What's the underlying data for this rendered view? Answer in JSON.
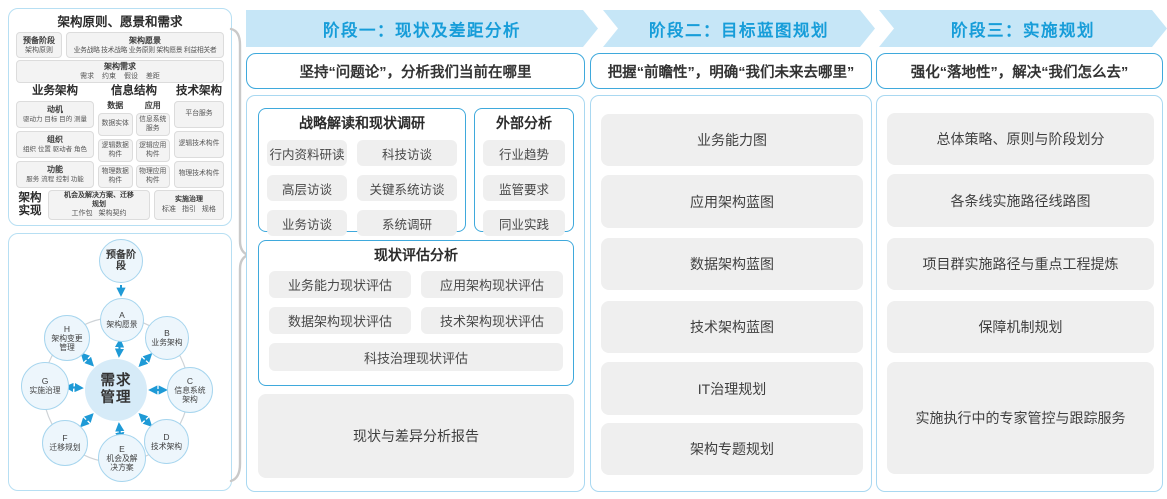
{
  "colors": {
    "accent_blue": "#179dd9",
    "band_bg": "#c6e6f7",
    "panel_border": "#a9d8f1",
    "box_border": "#3fa9dc",
    "pill_bg": "#efefef",
    "node_fill": "#edf6fc",
    "node_border": "#a6d5ee",
    "center_fill": "#d6ebf8",
    "arrow_blue": "#1e9ad6",
    "brace_gray": "#c9c9c9"
  },
  "left": {
    "meta_model": {
      "title": "架构原则、愿景和需求",
      "prep": {
        "line1": "预备阶段",
        "line2": "架构原则"
      },
      "vision": {
        "title": "架构愿景",
        "items": "业务战略 技术战略 业务原则 架构愿景 利益相关者"
      },
      "requirements": {
        "title": "架构需求",
        "items": "需求 约束 假设 差距"
      },
      "business": {
        "title": "业务架构",
        "groups": [
          {
            "title": "动机",
            "items": "驱动力 目标 目的 测量"
          },
          {
            "title": "组织",
            "items": "组织 位置 驱动者 角色"
          },
          {
            "title": "功能",
            "items": "服务 流程 控制 功能"
          }
        ]
      },
      "information": {
        "title": "信息结构",
        "data": {
          "title": "数据",
          "items": [
            "数据实体",
            "逻辑数据构件",
            "物理数据构件"
          ]
        },
        "application": {
          "title": "应用",
          "items": [
            "信息系统服务",
            "逻辑应用构件",
            "物理应用构件"
          ]
        }
      },
      "technology": {
        "title": "技术架构",
        "items": [
          "平台服务",
          "逻辑技术构件",
          "物理技术构件"
        ]
      },
      "realization": {
        "title": "架构实现",
        "boxes": [
          {
            "title": "机会及解决方案、迁移规划",
            "items": "工作包 架构契约"
          },
          {
            "title": "实施治理",
            "items": "标准 指引 规格"
          }
        ]
      }
    },
    "adm": {
      "prep": "预备阶段",
      "center": "需求管理",
      "nodes": [
        {
          "id": "A",
          "label": "架构愿景"
        },
        {
          "id": "B",
          "label": "业务架构"
        },
        {
          "id": "C",
          "label": "信息系统架构"
        },
        {
          "id": "D",
          "label": "技术架构"
        },
        {
          "id": "E",
          "label": "机会及解决方案"
        },
        {
          "id": "F",
          "label": "迁移规划"
        },
        {
          "id": "G",
          "label": "实施治理"
        },
        {
          "id": "H",
          "label": "架构变更管理"
        }
      ]
    }
  },
  "phases": [
    {
      "header": "阶段一：现状及差距分析",
      "subtitle": "坚持“问题论”，分析我们当前在哪里",
      "survey": {
        "title": "战略解读和现状调研",
        "items": [
          "行内资料研读",
          "科技访谈",
          "高层访谈",
          "关键系统访谈",
          "业务访谈",
          "系统调研"
        ]
      },
      "external": {
        "title": "外部分析",
        "items": [
          "行业趋势",
          "监管要求",
          "同业实践"
        ]
      },
      "assessment": {
        "title": "现状评估分析",
        "items": [
          "业务能力现状评估",
          "应用架构现状评估",
          "数据架构现状评估",
          "技术架构现状评估",
          "科技治理现状评估"
        ]
      },
      "report": "现状与差异分析报告"
    },
    {
      "header": "阶段二：目标蓝图规划",
      "subtitle": "把握“前瞻性”，明确“我们未来去哪里”",
      "items": [
        "业务能力图",
        "应用架构蓝图",
        "数据架构蓝图",
        "技术架构蓝图",
        "IT治理规划",
        "架构专题规划"
      ]
    },
    {
      "header": "阶段三：实施规划",
      "subtitle": "强化“落地性”，解决“我们怎么去”",
      "items": [
        "总体策略、原则与阶段划分",
        "各条线实施路径线路图",
        "项目群实施路径与重点工程提炼",
        "保障机制规划",
        "实施执行中的专家管控与跟踪服务"
      ]
    }
  ]
}
